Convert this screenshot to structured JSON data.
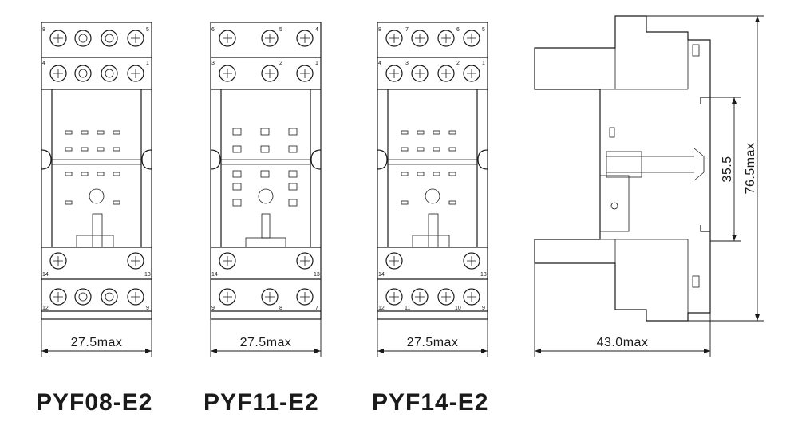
{
  "models": [
    {
      "name": "PYF08-E2",
      "width_label": "27.5max",
      "top_row1_terms": [
        "8",
        "5"
      ],
      "top_row2_terms": [
        "4",
        "1"
      ],
      "coil_terms": [
        "14",
        "13"
      ],
      "bottom_terms": [
        "12",
        "9"
      ]
    },
    {
      "name": "PYF11-E2",
      "width_label": "27.5max",
      "top_row1_terms": [
        "6",
        "5",
        "4"
      ],
      "top_row2_terms": [
        "3",
        "2",
        "1"
      ],
      "coil_terms": [
        "14",
        "13"
      ],
      "bottom_terms": [
        "9",
        "8",
        "7"
      ]
    },
    {
      "name": "PYF14-E2",
      "width_label": "27.5max",
      "top_row1_terms": [
        "8",
        "7",
        "6",
        "5"
      ],
      "top_row2_terms": [
        "4",
        "3",
        "2",
        "1"
      ],
      "coil_terms": [
        "14",
        "13"
      ],
      "bottom_terms": [
        "12",
        "11",
        "10",
        "9"
      ]
    }
  ],
  "side_view": {
    "width_label": "43.0max",
    "height_label": "76.5max",
    "rail_label": "35.5"
  }
}
